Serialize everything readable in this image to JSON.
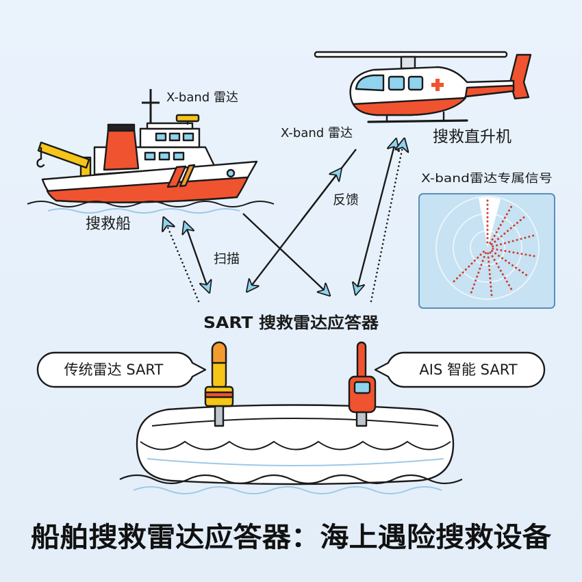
{
  "title": "船舶搜救雷达应答器：海上遇险搜救设备",
  "labels": {
    "ship_radar": "X-band 雷达",
    "ship": "搜救船",
    "heli_radar": "X-band 雷达",
    "helicopter": "搜救直升机",
    "radar_signal": "X-band雷达专属信号",
    "scan": "扫描",
    "feedback": "反馈",
    "sart": "SART 搜救雷达应答器"
  },
  "bubbles": {
    "left": "传统雷达 SART",
    "right": "AIS 智能 SART"
  },
  "colors": {
    "background": "#e8f1fa",
    "accent_red": "#f0532f",
    "accent_orange": "#f39c2e",
    "accent_yellow": "#f5c518",
    "arrow_blue": "#8fd3ee",
    "radar_panel": "#c6e2f3",
    "radar_dots": "#d23a2a"
  }
}
